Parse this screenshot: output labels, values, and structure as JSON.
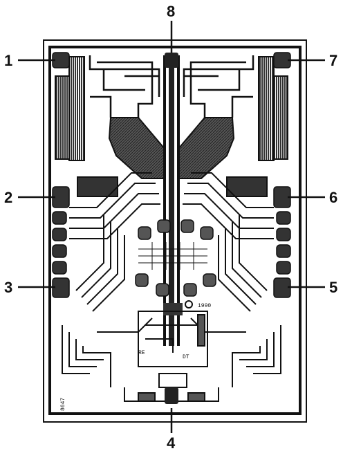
{
  "pins": [
    {
      "id": "pin-1",
      "label": "1",
      "side": "left"
    },
    {
      "id": "pin-2",
      "label": "2",
      "side": "left"
    },
    {
      "id": "pin-3",
      "label": "3",
      "side": "left"
    },
    {
      "id": "pin-4",
      "label": "4",
      "side": "bottom"
    },
    {
      "id": "pin-5",
      "label": "5",
      "side": "right"
    },
    {
      "id": "pin-6",
      "label": "6",
      "side": "right"
    },
    {
      "id": "pin-7",
      "label": "7",
      "side": "right"
    },
    {
      "id": "pin-8",
      "label": "8",
      "side": "top"
    }
  ],
  "die_markings": {
    "year": "1990",
    "left_code": "RE",
    "right_code": "DT",
    "corner_code": "8647"
  },
  "colors": {
    "ink": "#111111",
    "background": "#ffffff",
    "metal_dark": "#222222",
    "metal_gray": "#6a6a6a"
  }
}
